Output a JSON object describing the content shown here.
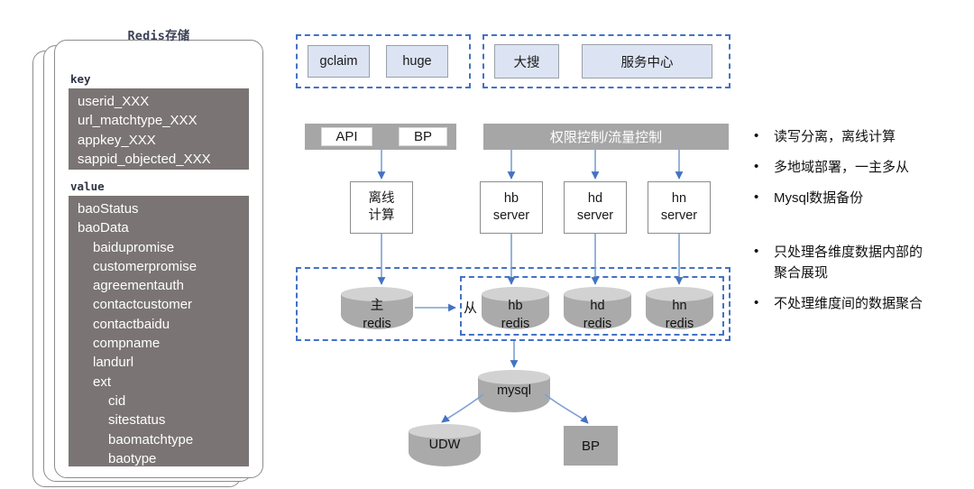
{
  "storage_card": {
    "title": "Redis存储",
    "key_label": "key",
    "key_items": [
      "userid_XXX",
      "url_matchtype_XXX",
      "appkey_XXX",
      "sappid_objected_XXX"
    ],
    "value_label": "value",
    "value_items": [
      {
        "text": "baoStatus",
        "indent": 0
      },
      {
        "text": "baoData",
        "indent": 0
      },
      {
        "text": "baidupromise",
        "indent": 1
      },
      {
        "text": "customerpromise",
        "indent": 1
      },
      {
        "text": "agreementauth",
        "indent": 1
      },
      {
        "text": "contactcustomer",
        "indent": 1
      },
      {
        "text": "contactbaidu",
        "indent": 1
      },
      {
        "text": "compname",
        "indent": 1
      },
      {
        "text": "landurl",
        "indent": 1
      },
      {
        "text": "ext",
        "indent": 1
      },
      {
        "text": "cid",
        "indent": 2
      },
      {
        "text": "sitestatus",
        "indent": 2
      },
      {
        "text": "baomatchtype",
        "indent": 2
      },
      {
        "text": "baotype",
        "indent": 2
      }
    ]
  },
  "diagram": {
    "consumer_group_a": [
      "gclaim",
      "huge"
    ],
    "consumer_group_b": [
      "大搜",
      "服务中心"
    ],
    "left_bar": {
      "chips": [
        "API",
        "BP"
      ]
    },
    "right_bar": {
      "label": "权限控制/流量控制"
    },
    "nodes": [
      {
        "line1": "离线",
        "line2": "计算"
      },
      {
        "line1": "hb",
        "line2": "server"
      },
      {
        "line1": "hd",
        "line2": "server"
      },
      {
        "line1": "hn",
        "line2": "server"
      }
    ],
    "redis_master": {
      "line1": "主",
      "line2": "redis"
    },
    "redis_slaves": [
      {
        "line1": "hb",
        "line2": "redis"
      },
      {
        "line1": "hd",
        "line2": "redis"
      },
      {
        "line1": "hn",
        "line2": "redis"
      }
    ],
    "slave_mark": "从",
    "mysql": "mysql",
    "udw": "UDW",
    "bp": "BP"
  },
  "notes": {
    "bullet_char": "•",
    "group_one": [
      "读写分离，离线计算",
      "多地域部署，一主多从",
      "Mysql数据备份"
    ],
    "group_two": [
      "只处理各维度数据内部的\n聚合展现",
      "不处理维度间的数据聚合"
    ]
  },
  "colors": {
    "accent_blue": "#4472c4",
    "panel_gray": "#7a7474",
    "bar_gray": "#a6a6a6",
    "chip_blue": "#dce3f2",
    "cylinder_body": "#aaaaaa",
    "cylinder_top": "#d2d2d2"
  }
}
